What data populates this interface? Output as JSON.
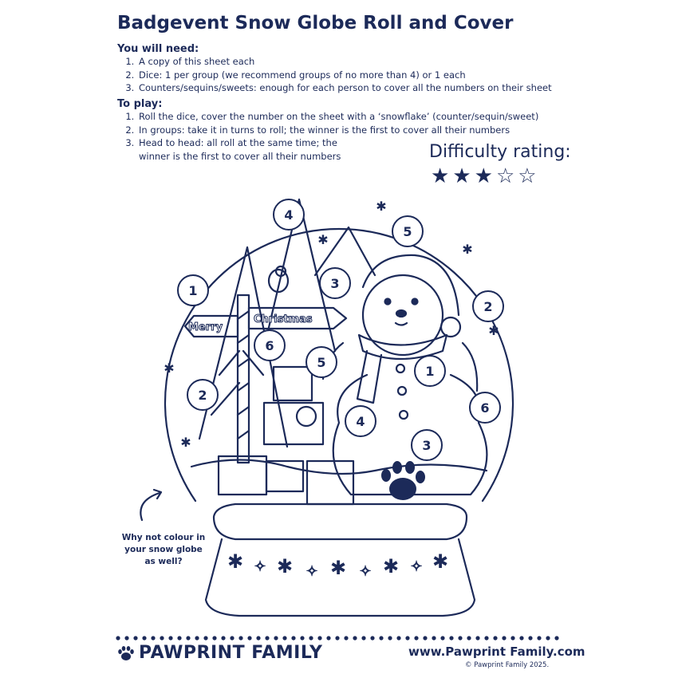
{
  "title": "Badgevent Snow Globe Roll and Cover",
  "need": {
    "heading": "You will need:",
    "items": [
      "A copy of this sheet each",
      "Dice: 1 per group (we recommend groups of no more than 4) or 1 each",
      "Counters/sequins/sweets: enough for each person to cover all the numbers on their sheet"
    ]
  },
  "play": {
    "heading": "To play:",
    "items": [
      "Roll the dice, cover the number on the sheet with a ‘snowflake’ (counter/sequin/sweet)",
      "In groups: take it in turns to roll; the winner is the first to cover all their numbers",
      "Head to head: all roll at the same time; the"
    ],
    "item3_cont": "winner is the first to cover all their numbers"
  },
  "difficulty": {
    "label": "Difficulty rating:",
    "rating": 3,
    "max": 5,
    "full_star": "★",
    "empty_star": "☆"
  },
  "signs": {
    "left": "Merry",
    "right": "Christmas"
  },
  "numbers": [
    "4",
    "5",
    "1",
    "3",
    "2",
    "6",
    "5",
    "1",
    "2",
    "4",
    "6",
    "3"
  ],
  "colour_note": [
    "Why not colour in",
    "your snow globe",
    "as well?"
  ],
  "footer": {
    "brand": "PAWPRINT FAMILY",
    "website": "www.Pawprint Family.com",
    "copyright": "© Pawprint Family 2025."
  },
  "colors": {
    "ink": "#1c2a59",
    "background": "#ffffff"
  },
  "icons": [
    "paw-icon",
    "snowflake-icon",
    "star-icon",
    "arrow-icon"
  ]
}
